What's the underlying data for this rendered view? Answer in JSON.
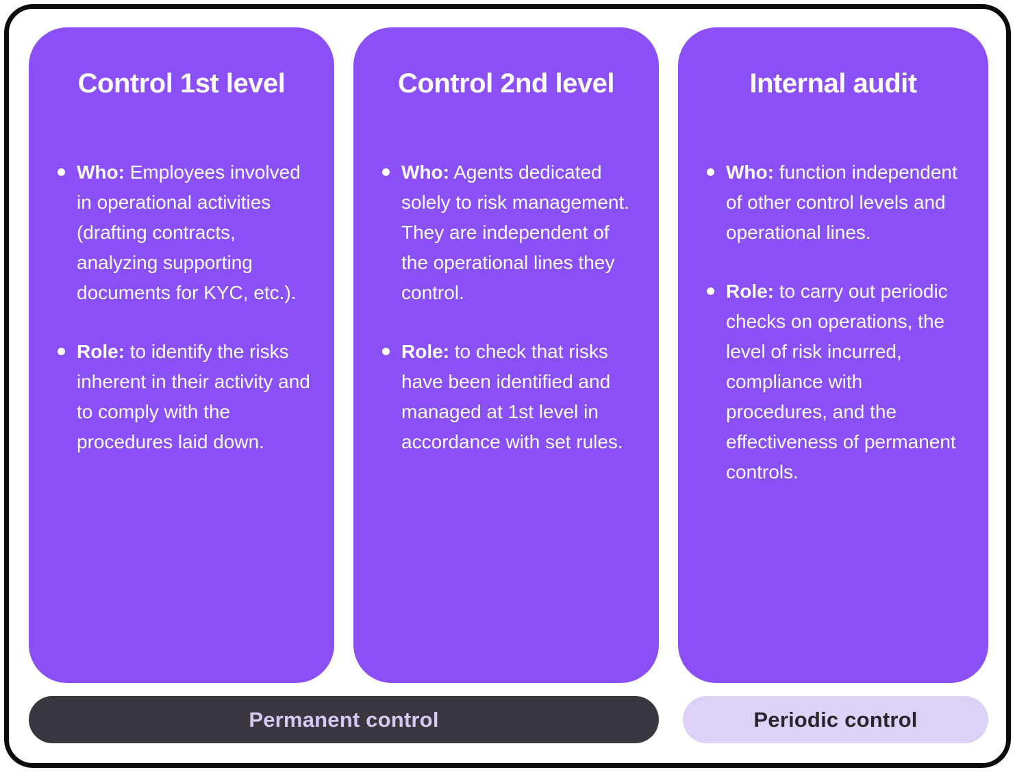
{
  "cards": [
    {
      "title": "Control 1st level",
      "bullets": [
        {
          "label": "Who:",
          "text": " Employees involved in operational activities (drafting contracts, analyzing supporting documents for KYC, etc.)."
        },
        {
          "label": "Role:",
          "text": " to identify the risks inherent in their activity and to comply with the procedures laid down."
        }
      ]
    },
    {
      "title": "Control 2nd level",
      "bullets": [
        {
          "label": "Who:",
          "text": " Agents dedicated solely to risk management. They are independent of the operational lines they control."
        },
        {
          "label": "Role:",
          "text": " to check that risks have been identified and managed at 1st level in accordance with set rules."
        }
      ]
    },
    {
      "title": "Internal audit",
      "bullets": [
        {
          "label": "Who:",
          "text": " function independent of other control levels and operational lines."
        },
        {
          "label": "Role:",
          "text": " to carry out periodic checks on operations, the level of risk incurred, compliance with procedures, and the effectiveness of permanent controls."
        }
      ]
    }
  ],
  "footer": {
    "permanent_label": "Permanent control",
    "periodic_label": "Periodic control"
  },
  "colors": {
    "card_background": "#8a50f5",
    "card_text": "#fdfcff",
    "permanent_bar_background": "#3b3740",
    "permanent_bar_text": "#d5c8f3",
    "periodic_bar_background": "#ddd1f8",
    "periodic_bar_text": "#2a262e",
    "frame_border": "#0c0c0c",
    "page_background": "#ffffff"
  }
}
